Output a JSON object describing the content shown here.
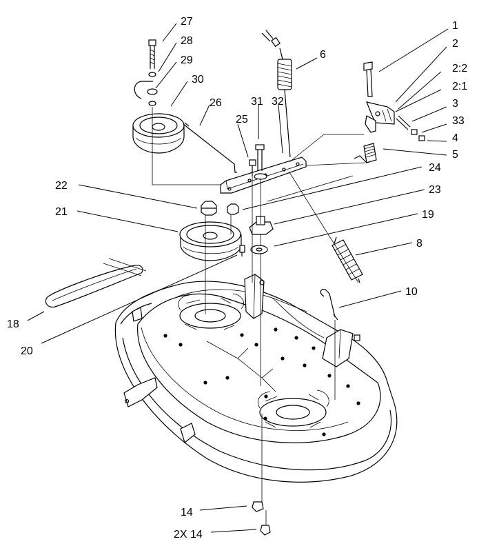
{
  "callouts": [
    {
      "id": "c27",
      "label": "27"
    },
    {
      "id": "c28",
      "label": "28"
    },
    {
      "id": "c29",
      "label": "29"
    },
    {
      "id": "c30",
      "label": "30"
    },
    {
      "id": "c26",
      "label": "26"
    },
    {
      "id": "c25",
      "label": "25"
    },
    {
      "id": "c31",
      "label": "31"
    },
    {
      "id": "c32",
      "label": "32"
    },
    {
      "id": "c6",
      "label": "6"
    },
    {
      "id": "c1",
      "label": "1"
    },
    {
      "id": "c2",
      "label": "2"
    },
    {
      "id": "c22b",
      "label": "2:2"
    },
    {
      "id": "c21b",
      "label": "2:1"
    },
    {
      "id": "c3",
      "label": "3"
    },
    {
      "id": "c33",
      "label": "33"
    },
    {
      "id": "c4",
      "label": "4"
    },
    {
      "id": "c5",
      "label": "5"
    },
    {
      "id": "c24",
      "label": "24"
    },
    {
      "id": "c23",
      "label": "23"
    },
    {
      "id": "c22",
      "label": "22"
    },
    {
      "id": "c21",
      "label": "21"
    },
    {
      "id": "c19",
      "label": "19"
    },
    {
      "id": "c8",
      "label": "8"
    },
    {
      "id": "c10",
      "label": "10"
    },
    {
      "id": "c18",
      "label": "18"
    },
    {
      "id": "c20",
      "label": "20"
    },
    {
      "id": "c14",
      "label": "14"
    },
    {
      "id": "c2x14",
      "label": "2X 14"
    }
  ]
}
